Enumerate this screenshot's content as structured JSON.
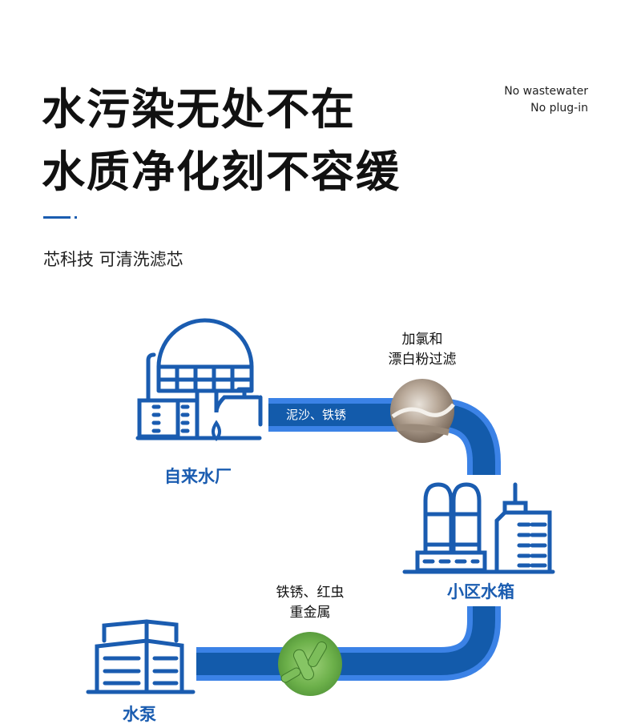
{
  "headline": {
    "line1": "水污染无处不在",
    "line2": "水质净化刻不容缓"
  },
  "english": {
    "line1": "No wastewater",
    "line2": "No plug-in"
  },
  "subtitle": "芯科技 可清洗滤芯",
  "stages": {
    "plant": "自来水厂",
    "tank": "小区水箱",
    "pump": "水泵"
  },
  "notes": {
    "top_line1": "加氯和",
    "top_line2": "漂白粉过滤",
    "pipe_label": "泥沙、铁锈",
    "bottom_line1": "铁锈、红虫",
    "bottom_line2": "重金属"
  },
  "colors": {
    "primary": "#1a5cb0",
    "pipe_light": "#3b82e6",
    "pipe_dark": "#135bab"
  }
}
